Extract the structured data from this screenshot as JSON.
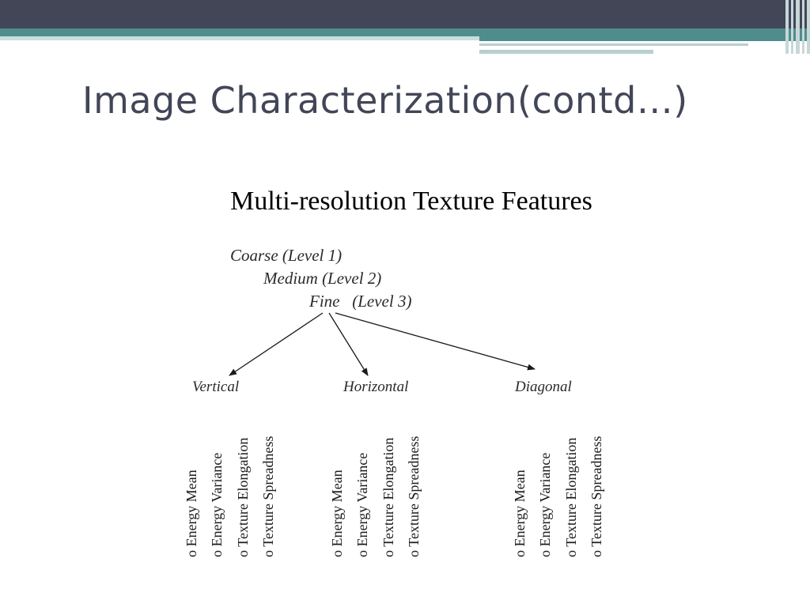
{
  "slide": {
    "title": "Image Characterization(contd…)",
    "subtitle": "Multi-resolution Texture Features"
  },
  "diagram": {
    "levels": [
      "Coarse  (Level 1)",
      "Medium (Level 2)",
      "Fine   (Level 3)"
    ],
    "directions": [
      "Vertical",
      "Horizontal",
      "Diagonal"
    ],
    "features": {
      "vertical": [
        "o Energy Mean",
        "o Energy Variance",
        "o Texture Elongation",
        "o Texture Spreadness"
      ],
      "horizontal": [
        "o Energy Mean",
        "o Energy Variance",
        "o Texture Elongation",
        "o Texture Spreadness"
      ],
      "diagonal": [
        "o Energy Mean",
        "o Energy Variance",
        "o Texture Elongation",
        "o Texture Spreadness"
      ]
    }
  },
  "colors": {
    "header_dark": "#424657",
    "header_teal": "#4f8d8d",
    "title_text": "#424657"
  }
}
